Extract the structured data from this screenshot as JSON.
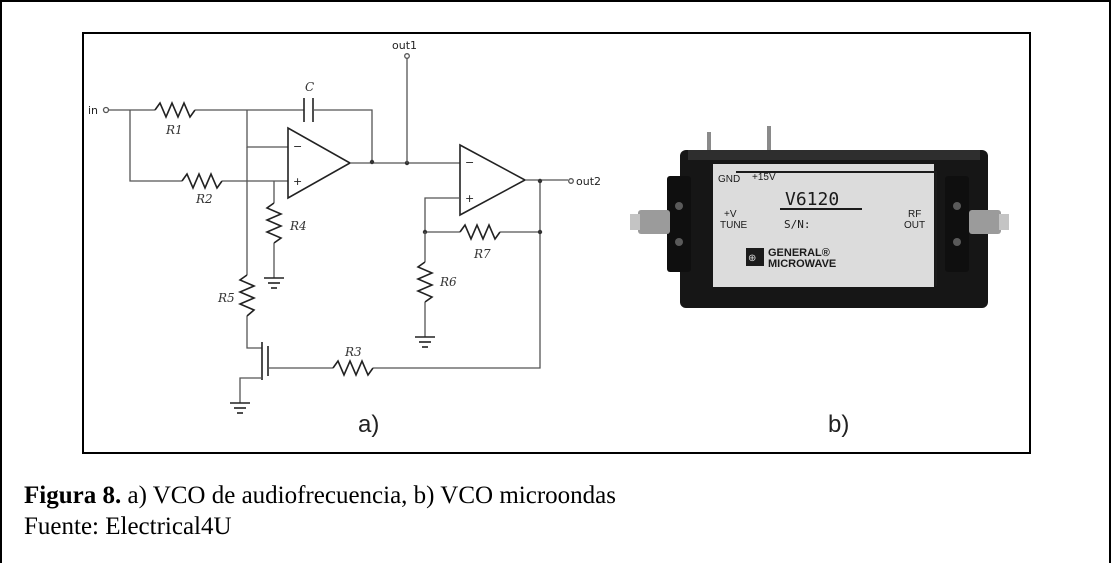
{
  "circuit": {
    "labels": {
      "in": "in",
      "out1": "out1",
      "out2": "out2",
      "C": "C",
      "R1": "R1",
      "R2": "R2",
      "R3": "R3",
      "R4": "R4",
      "R5": "R5",
      "R6": "R6",
      "R7": "R7"
    },
    "opamp_signs": {
      "minus": "−",
      "plus": "+"
    },
    "panel_label": "a)"
  },
  "device": {
    "model": "V6120",
    "gnd": "GND",
    "supply": "+15V",
    "tune_top": "+V",
    "tune_bottom": "TUNE",
    "serial": "S/N:",
    "rf_top": "RF",
    "rf_bottom": "OUT",
    "brand_top": "GENERAL®",
    "brand_bottom": "MICROWAVE",
    "panel_label": "b)"
  },
  "caption": {
    "figure_label": "Figura 8.",
    "text": " a) VCO de audiofrecuencia, b) VCO microondas",
    "source": "Fuente: Electrical4U"
  }
}
